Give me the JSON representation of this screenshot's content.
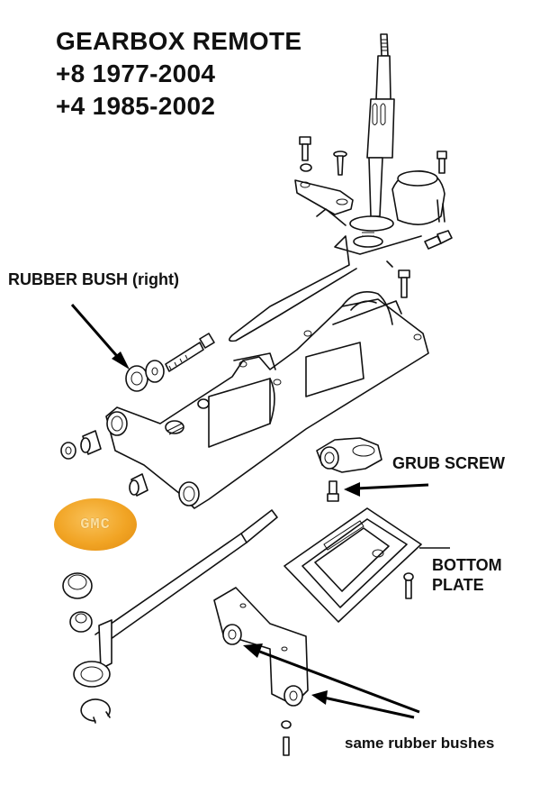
{
  "title": {
    "line1": "GEARBOX REMOTE",
    "line2": "+8 1977-2004",
    "line3": "+4 1985-2002"
  },
  "labels": {
    "rubber_bush": "RUBBER BUSH (right)",
    "grub_screw": "GRUB SCREW",
    "bottom_plate_line1": "BOTTOM",
    "bottom_plate_line2": "PLATE",
    "same_rubber_bushes": "same rubber bushes"
  },
  "logo": {
    "text": "GMC",
    "color": "#f1a424"
  },
  "parts": [
    "gear-lever-shaft",
    "top-bolts",
    "lever-bracket",
    "gaiter-cap",
    "spring-detent",
    "selector-rod-wire",
    "remote-housing",
    "rubber-bush-right",
    "washer",
    "through-bolt",
    "side-bushes",
    "grub-screw",
    "selector-yoke",
    "bottom-plate",
    "mounting-bracket",
    "selector-rod",
    "rod-bushes",
    "circlip"
  ]
}
